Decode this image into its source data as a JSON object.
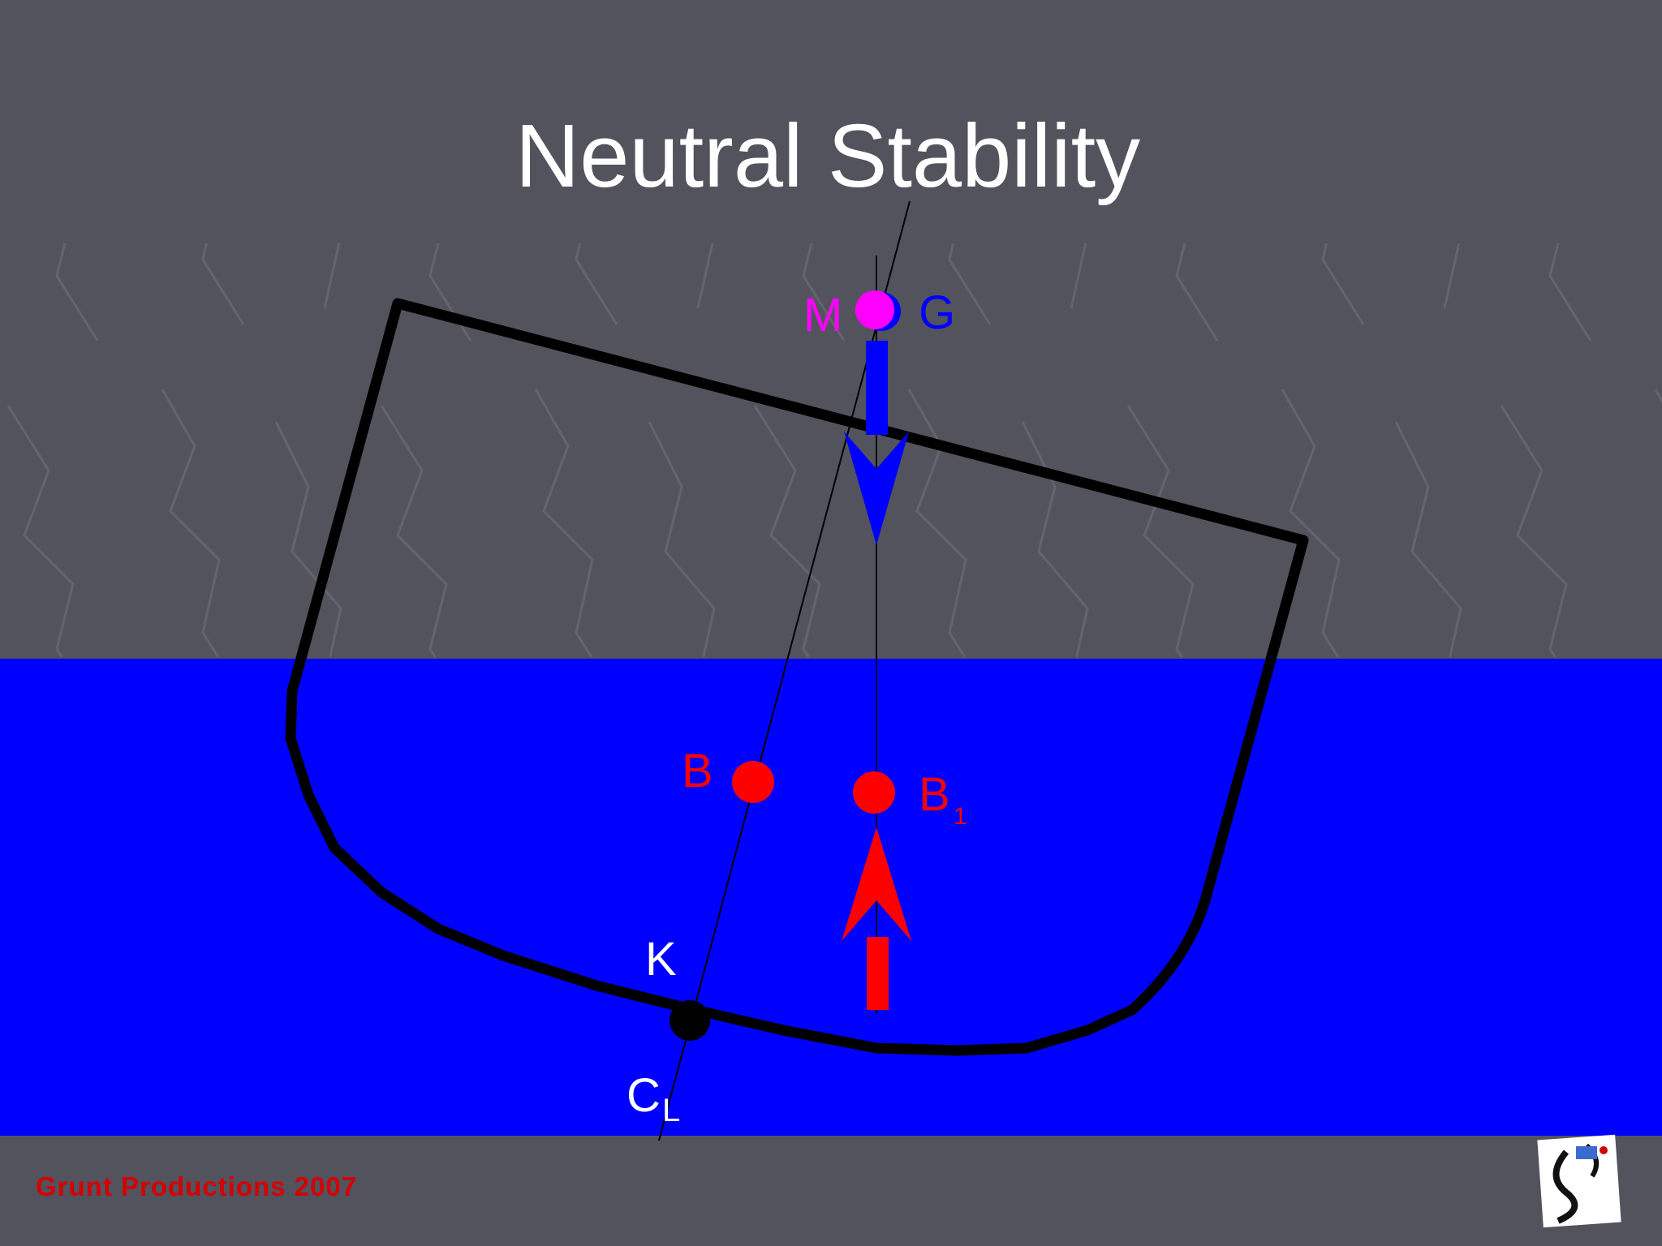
{
  "slide": {
    "title": "Neutral Stability",
    "footer": "Grunt Productions 2007"
  },
  "labels": {
    "m": "M",
    "g": "G",
    "b": "B",
    "b1_main": "B",
    "b1_sub": "1",
    "k": "K",
    "cl_c": "C",
    "cl_l": "L"
  },
  "colors": {
    "background": "#53535e",
    "water": "#0000ff",
    "hull": "#000000",
    "metacenter": "#ff00ff",
    "gravity": "#0000ff",
    "buoyancy": "#ff0000",
    "keel_label": "#ffffff"
  }
}
